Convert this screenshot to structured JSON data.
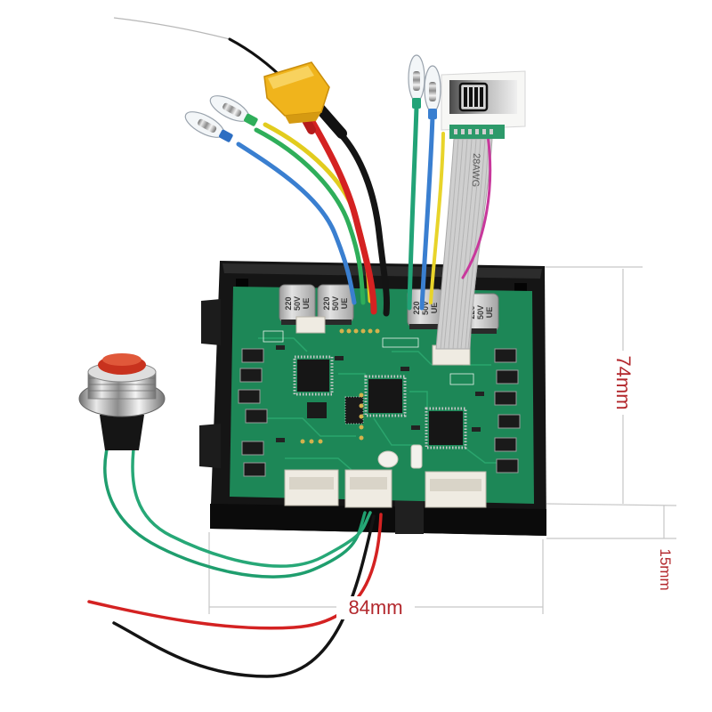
{
  "dimensions": {
    "height": "74mm",
    "width": "84mm",
    "depth": "15mm"
  },
  "capacitors": [
    {
      "capacitance": "220",
      "voltage": "50V",
      "series": "UE"
    },
    {
      "capacitance": "220",
      "voltage": "50V",
      "series": "UE"
    },
    {
      "capacitance": "220",
      "voltage": "50V",
      "series": "UE"
    },
    {
      "capacitance": "220",
      "voltage": "50V",
      "series": "UE"
    }
  ],
  "ribbon_cable": {
    "marking": "28AWG"
  },
  "colors": {
    "dimension_text": "#b3282d",
    "dimension_line": "#c6c6c6",
    "pcb": "#1d8757",
    "enclosure": "#151515",
    "xt60_connector": "#f0b41c",
    "button_cap": "#c8321e",
    "power_wire_red": "#d42222",
    "ground_wire_black": "#141414",
    "ribbon_cable": "#cfcfcf"
  }
}
